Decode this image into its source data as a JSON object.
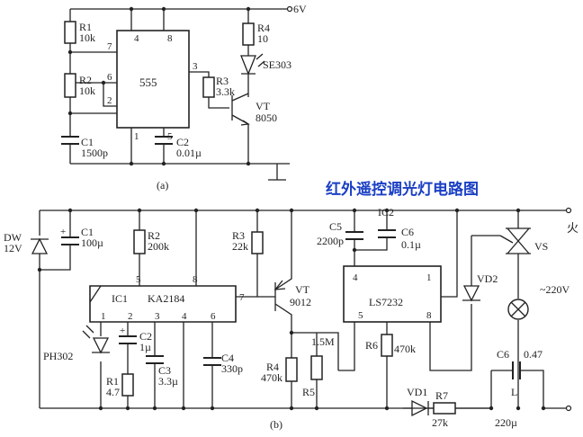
{
  "title": "红外遥控调光灯电路图",
  "circuit_a": {
    "caption": "(a)",
    "supply": "6V",
    "ic_label": "555",
    "pins": {
      "p4": "4",
      "p8": "8",
      "p7": "7",
      "p6": "6",
      "p2": "2",
      "p3": "3",
      "p1": "1",
      "p5": "5"
    },
    "r1": {
      "name": "R1",
      "value": "10k"
    },
    "r2": {
      "name": "R2",
      "value": "10k"
    },
    "r3": {
      "name": "R3",
      "value": "3.3k"
    },
    "r4": {
      "name": "R4",
      "value": "10"
    },
    "c1": {
      "name": "C1",
      "value": "1500p"
    },
    "c2": {
      "name": "C2",
      "value": "0.01µ"
    },
    "led": "SE303",
    "vt": {
      "name": "VT",
      "value": "8050"
    }
  },
  "circuit_b": {
    "caption": "(b)",
    "dw": {
      "name": "DW",
      "value": "12V"
    },
    "c1": {
      "name": "C1",
      "value": "100µ"
    },
    "r2": {
      "name": "R2",
      "value": "200k"
    },
    "r3": {
      "name": "R3",
      "value": "22k"
    },
    "c5": {
      "name": "C5",
      "value": "2200p"
    },
    "ic2": {
      "name": "IC2",
      "value": "LS7232"
    },
    "c6top": {
      "name": "C6",
      "value": "0.1µ"
    },
    "ic1": {
      "name": "IC1",
      "value": "KA2184"
    },
    "ic1_pins": {
      "p5": "5",
      "p8": "8",
      "p7": "7",
      "p1": "1",
      "p2": "2",
      "p3": "3",
      "p4": "4",
      "p6": "6"
    },
    "ic2_pins": {
      "p4": "4",
      "p1": "1",
      "p5": "5",
      "p8": "8"
    },
    "vt": {
      "name": "VT",
      "value": "9012"
    },
    "vd2": "VD2",
    "vs": "VS",
    "mains": "~220V",
    "ph": "PH302",
    "c2": {
      "name": "C2",
      "value": "1µ"
    },
    "c3": {
      "name": "C3",
      "value": "3.3µ"
    },
    "c4": {
      "name": "C4",
      "value": "330p"
    },
    "r1": {
      "name": "R1",
      "value": "4.7"
    },
    "r4": {
      "name": "R4",
      "value": "470k"
    },
    "r5": {
      "name": "R5",
      "value": "1.5M"
    },
    "r6": {
      "name": "R6",
      "value": "470k"
    },
    "c6b": {
      "name": "C6",
      "value": "0.47"
    },
    "vd1": "VD1",
    "r7": {
      "name": "R7",
      "value": "27k"
    },
    "l": "L",
    "c7val": "220µ",
    "fire": "火"
  }
}
